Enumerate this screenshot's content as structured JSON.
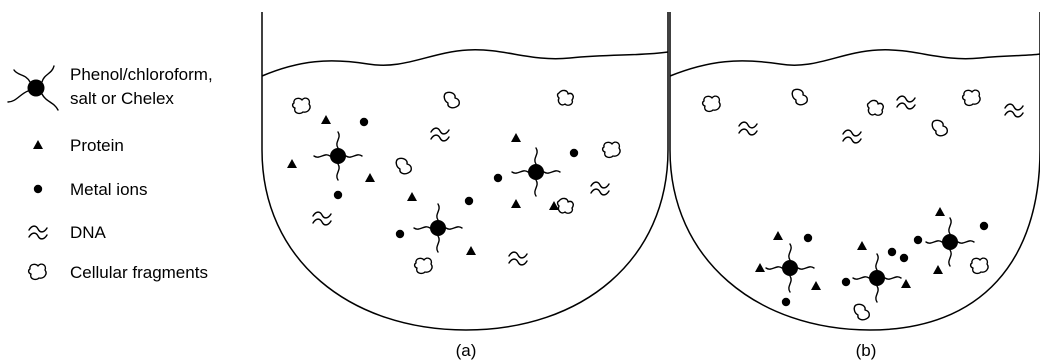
{
  "legend": {
    "reagent": "Phenol/chloroform,",
    "reagent_line2": "salt or Chelex",
    "protein": "Protein",
    "metal_ions": "Metal ions",
    "dna": "DNA",
    "cellular_fragments": "Cellular fragments"
  },
  "panels": {
    "a": {
      "caption": "(a)"
    },
    "b": {
      "caption": "(b)"
    }
  }
}
